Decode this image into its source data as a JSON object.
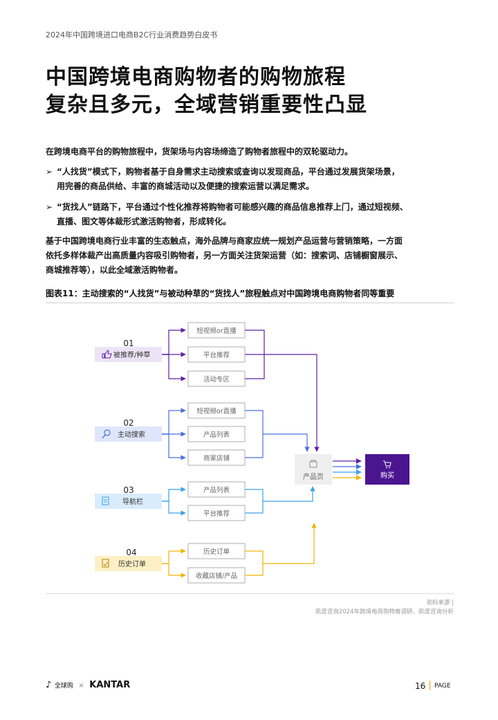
{
  "header": "2024年中国跨境进口电商B2C行业消费趋势白皮书",
  "title": {
    "line1": "中国跨境电商购物者的购物旅程",
    "line2": "复杂且多元，全域营销重要性凸显"
  },
  "intro": "在跨境电商平台的购物旅程中，货架场与内容场缔造了购物者旅程中的双轮驱动力。",
  "bullets": [
    {
      "mark": "➢",
      "line1": "“人找货”模式下，购物者基于自身需求主动搜索或查询以发现商品，平台通过发展货架场景，",
      "line2": "用完善的商品供给、丰富的商城活动以及便捷的搜索运营以满足需求。"
    },
    {
      "mark": "➢",
      "line1": "“货找人”链路下，平台通过个性化推荐将购物者可能感兴趣的商品信息推荐上门，通过短视频、",
      "line2": "直播、图文等体裁形式激活购物者，形成转化。"
    }
  ],
  "closing": {
    "line1": "基于中国跨境电商行业丰富的生态触点，海外品牌与商家应统一规划产品运营与营销策略，一方面",
    "line2": "依托多样体裁产出高质量内容吸引购物者，另一方面关注货架运营（如：搜索词、店铺橱窗展示、",
    "line3": "商城推荐等），以此全域激活购物者。"
  },
  "figure_title": "图表11：主动搜索的“人找货”与被动种草的“货找人”旅程触点对中国跨境电商购物者同等重要",
  "diagram": {
    "groups": [
      {
        "num": "01",
        "label": "被推荐/种草",
        "icon": "thumbs-up-icon",
        "color": "#5b1fa6",
        "fill": "#ece4f6",
        "items": [
          "短视频or直播",
          "平台推荐",
          "活动专区"
        ]
      },
      {
        "num": "02",
        "label": "主动搜索",
        "icon": "search-icon",
        "color": "#4a6ee0",
        "fill": "#dfe6fb",
        "items": [
          "短视频or直播",
          "产品列表",
          "商家店铺"
        ]
      },
      {
        "num": "03",
        "label": "导航栏",
        "icon": "navbar-icon",
        "color": "#3aa0e8",
        "fill": "#d9ecfb",
        "items": [
          "产品列表",
          "平台推荐"
        ]
      },
      {
        "num": "04",
        "label": "历史订单",
        "icon": "order-icon",
        "color": "#f0b400",
        "fill": "#fdf0c6",
        "items": [
          "历史订单",
          "收藏店铺/产品"
        ]
      }
    ],
    "product_page": {
      "label": "产品页",
      "icon": "product-page-icon"
    },
    "purchase": {
      "label": "购买",
      "icon": "cart-icon",
      "color": "#4b1590"
    }
  },
  "source": {
    "line1": "资料来源 |",
    "line2": "凯度咨询2024年跨境电商购物者调研、凯度咨询分析"
  },
  "footer": {
    "brand_small": "全球购",
    "separator": "×",
    "brand": "KANTAR",
    "page_number": "16",
    "page_label": "PAGE"
  }
}
